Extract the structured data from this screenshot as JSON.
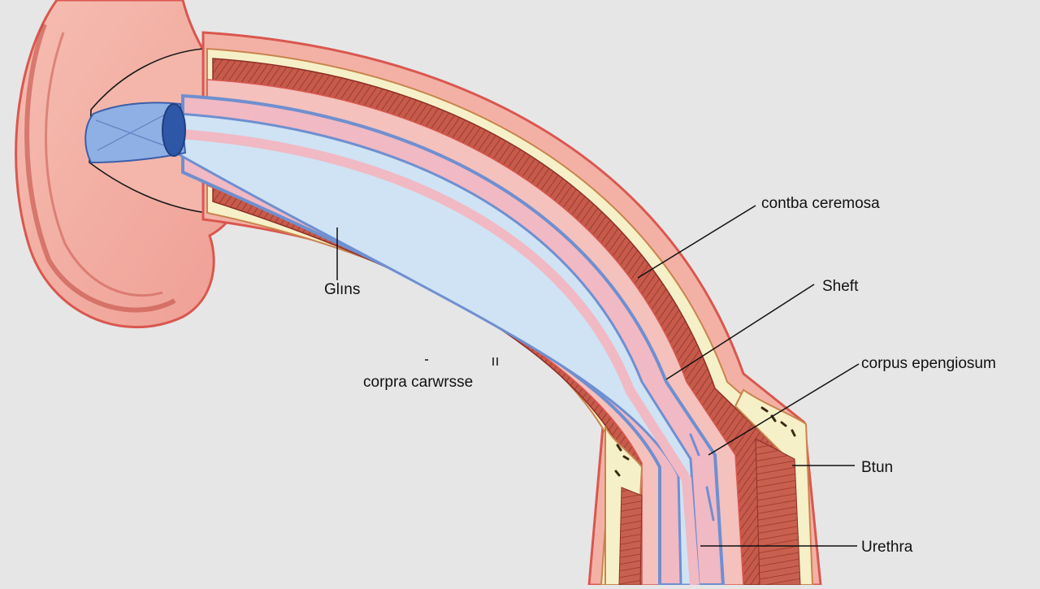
{
  "labels": {
    "corpora_cavernosa_top": "contba ceremosa",
    "glans": "Glıns",
    "shaft": "Sheft",
    "corpus_spongiosum": "corpus epengiosum",
    "corpora_cavernosa_left": "corpra carwrsse",
    "bulb": "Btun",
    "urethra": "Urethra"
  },
  "colors": {
    "background": "#e6e6e7",
    "skin": "#f3b1a6",
    "skin_outline": "#d9574f",
    "tunica": "#f6f0c8",
    "erectile_tissue": "#c65a4b",
    "spongiosum": "#f1b9c3",
    "urethra_line": "#6f8fd0",
    "urethra_lumen": "#cfe3f4",
    "meatus": "#8fb0e4",
    "leader_line": "#111111"
  }
}
